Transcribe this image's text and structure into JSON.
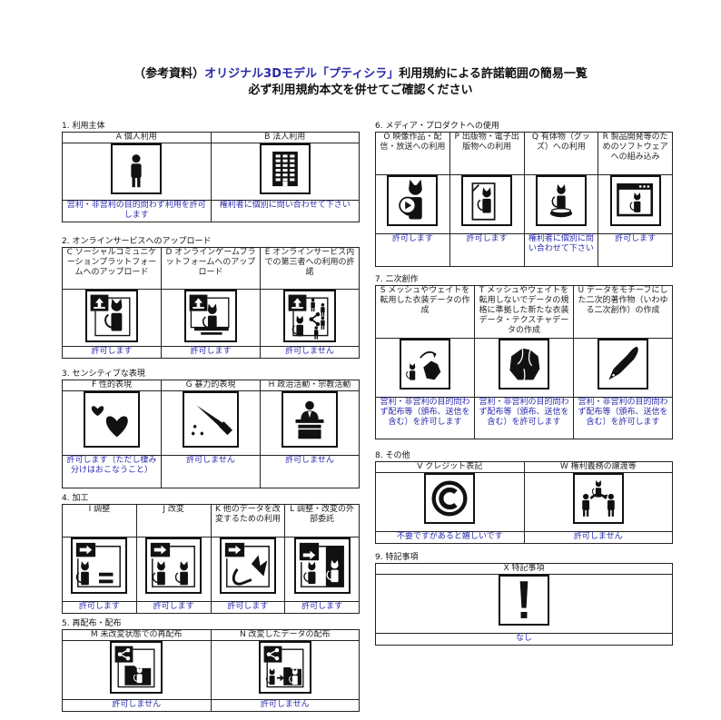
{
  "title": {
    "prefix": "（参考資料）",
    "model": "オリジナル3Dモデル「プティシラ」",
    "suffix": "利用規約による許諾範囲の簡易一覧",
    "line2": "必ず利用規約本文を併せてご確認ください"
  },
  "colors": {
    "accent": "#2a2ab0",
    "border": "#222222"
  },
  "sections": [
    {
      "label": "1. 利用主体",
      "items": [
        {
          "head": "A 個人利用",
          "icon": "person-icon",
          "status": "営利・非営利の目的問わず利用を許可します"
        },
        {
          "head": "B 法人利用",
          "icon": "building-icon",
          "status": "権利者に個別に問い合わせて下さい"
        }
      ]
    },
    {
      "label": "2. オンラインサービスへのアップロード",
      "items": [
        {
          "head": "C ソーシャルコミュニケーションプラットフォームへのアップロード",
          "icon": "upload-social-icon",
          "status": "許可します"
        },
        {
          "head": "D オンラインゲームプラットフォームへのアップロード",
          "icon": "upload-game-icon",
          "status": "許可します"
        },
        {
          "head": "E オンラインサービス内での第三者への利用の許諾",
          "icon": "upload-share-icon",
          "status": "許可しません"
        }
      ]
    },
    {
      "label": "3. センシティブな表現",
      "items": [
        {
          "head": "F 性的表現",
          "icon": "hearts-icon",
          "status": "許可します（ただし棲み分けはおこなうこと）"
        },
        {
          "head": "G 暴力的表現",
          "icon": "knife-icon",
          "status": "許可しません"
        },
        {
          "head": "H 政治活動・宗教活動",
          "icon": "podium-icon",
          "status": "許可しません"
        }
      ]
    },
    {
      "label": "4. 加工",
      "items": [
        {
          "head": "I 調整",
          "icon": "adjust-icon",
          "status": "許可します"
        },
        {
          "head": "J 改変",
          "icon": "modify-icon",
          "status": "許可します"
        },
        {
          "head": "K 他のデータを改変するための利用",
          "icon": "reuse-icon",
          "status": "許可します"
        },
        {
          "head": "L 調整・改変の外部委託",
          "icon": "outsource-icon",
          "status": "許可します"
        }
      ]
    },
    {
      "label": "5. 再配布・配布",
      "items": [
        {
          "head": "M 未改変状態での再配布",
          "icon": "redistribute-icon",
          "status": "許可しません"
        },
        {
          "head": "N 改変したデータの配布",
          "icon": "distribute-modified-icon",
          "status": "許可しません"
        }
      ]
    },
    {
      "label": "6. メディア・プロダクトへの使用",
      "items": [
        {
          "head": "O 映像作品・配信・放送への利用",
          "icon": "video-icon",
          "status": "許可します"
        },
        {
          "head": "P 出版物・電子出版物への利用",
          "icon": "publication-icon",
          "status": "許可します"
        },
        {
          "head": "Q 有体物（グッズ）への利用",
          "icon": "figure-icon",
          "status": "権利者に個別に問い合わせて下さい"
        },
        {
          "head": "R 製品開発等のためのソフトウェアへの組み込み",
          "icon": "software-icon",
          "status": "許可します"
        }
      ]
    },
    {
      "label": "7. 二次創作",
      "items": [
        {
          "head": "S メッシュやウェイトを転用した衣装データの作成",
          "icon": "costume-transfer-icon",
          "status": "営利・非営利の目的問わず配布等（頒布、送信を含む）を許可します"
        },
        {
          "head": "T メッシュやウェイトを転用しないでデータの規格に準拠した新たな衣装データ・テクスチャデータの作成",
          "icon": "costume-icon",
          "status": "営利・非営利の目的問わず配布等（頒布、送信を含む）を許可します"
        },
        {
          "head": "U データをモチーフにした二次的著作物（いわゆる二次創作）の作成",
          "icon": "pen-icon",
          "status": "営利・非営利の目的問わず配布等（頒布、送信を含む）を許可します"
        }
      ]
    },
    {
      "label": "8. その他",
      "items": [
        {
          "head": "V クレジット表記",
          "icon": "copyright-icon",
          "status": "不要ですがあると嬉しいです"
        },
        {
          "head": "W 権利義務の譲渡等",
          "icon": "transfer-icon",
          "status": "許可しません"
        }
      ]
    },
    {
      "label": "9. 特記事項",
      "items": [
        {
          "head": "X 特記事項",
          "icon": "exclamation-icon",
          "status": "なし"
        }
      ]
    }
  ]
}
